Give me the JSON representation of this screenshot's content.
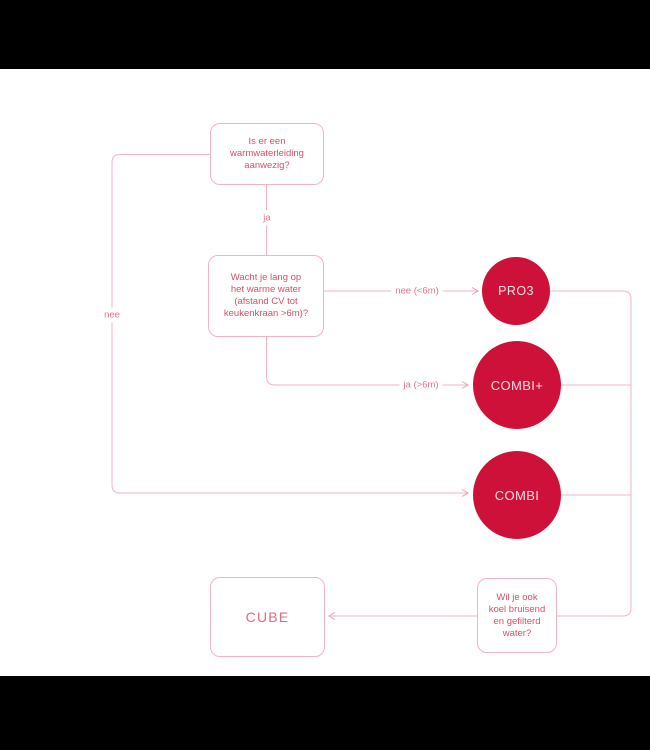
{
  "diagram": {
    "question_1": {
      "lines": [
        "Is er een",
        "warmwaterleiding",
        "aanwezig?"
      ]
    },
    "question_2": {
      "lines": [
        "Wacht je lang op",
        "het warme water",
        "(afstand CV tot",
        "keukenkraan >6m)?"
      ]
    },
    "question_3": {
      "lines": [
        "Wil je ook",
        "koel bruisend",
        "en gefilterd",
        "water?"
      ]
    },
    "labels": {
      "ja": "ja",
      "nee": "nee",
      "nee_short_distance": "nee (<6m)",
      "ja_long_distance": "ja (>6m)"
    },
    "products": {
      "pro3": "PRO3",
      "combi_plus": "COMBI+",
      "combi": "COMBI",
      "cube": "CUBE"
    },
    "colors": {
      "circle_fill": "#ce1138",
      "circle_text": "#f6dfe3",
      "connector_line": "#f2b4c2",
      "box_border": "#f2b4c2",
      "box_text": "#d84f67",
      "edge_label_text": "#e27488",
      "letterbox": "#000000",
      "background": "#ffffff"
    }
  }
}
